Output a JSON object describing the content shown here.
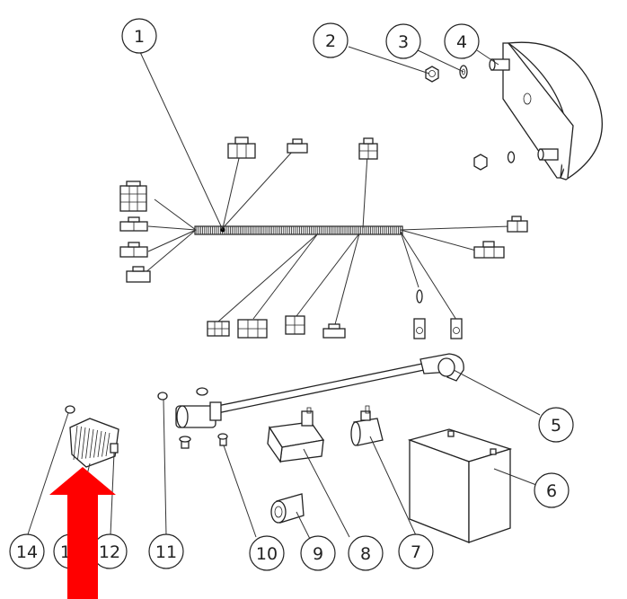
{
  "callouts": [
    {
      "label": "1"
    },
    {
      "label": "2"
    },
    {
      "label": "3"
    },
    {
      "label": "4"
    },
    {
      "label": "5"
    },
    {
      "label": "6"
    },
    {
      "label": "7"
    },
    {
      "label": "8"
    },
    {
      "label": "9"
    },
    {
      "label": "10"
    },
    {
      "label": "11"
    },
    {
      "label": "12"
    },
    {
      "label": "13"
    },
    {
      "label": "14"
    }
  ],
  "highlight_arrow": {
    "color": "#ff0000",
    "direction": "up"
  }
}
